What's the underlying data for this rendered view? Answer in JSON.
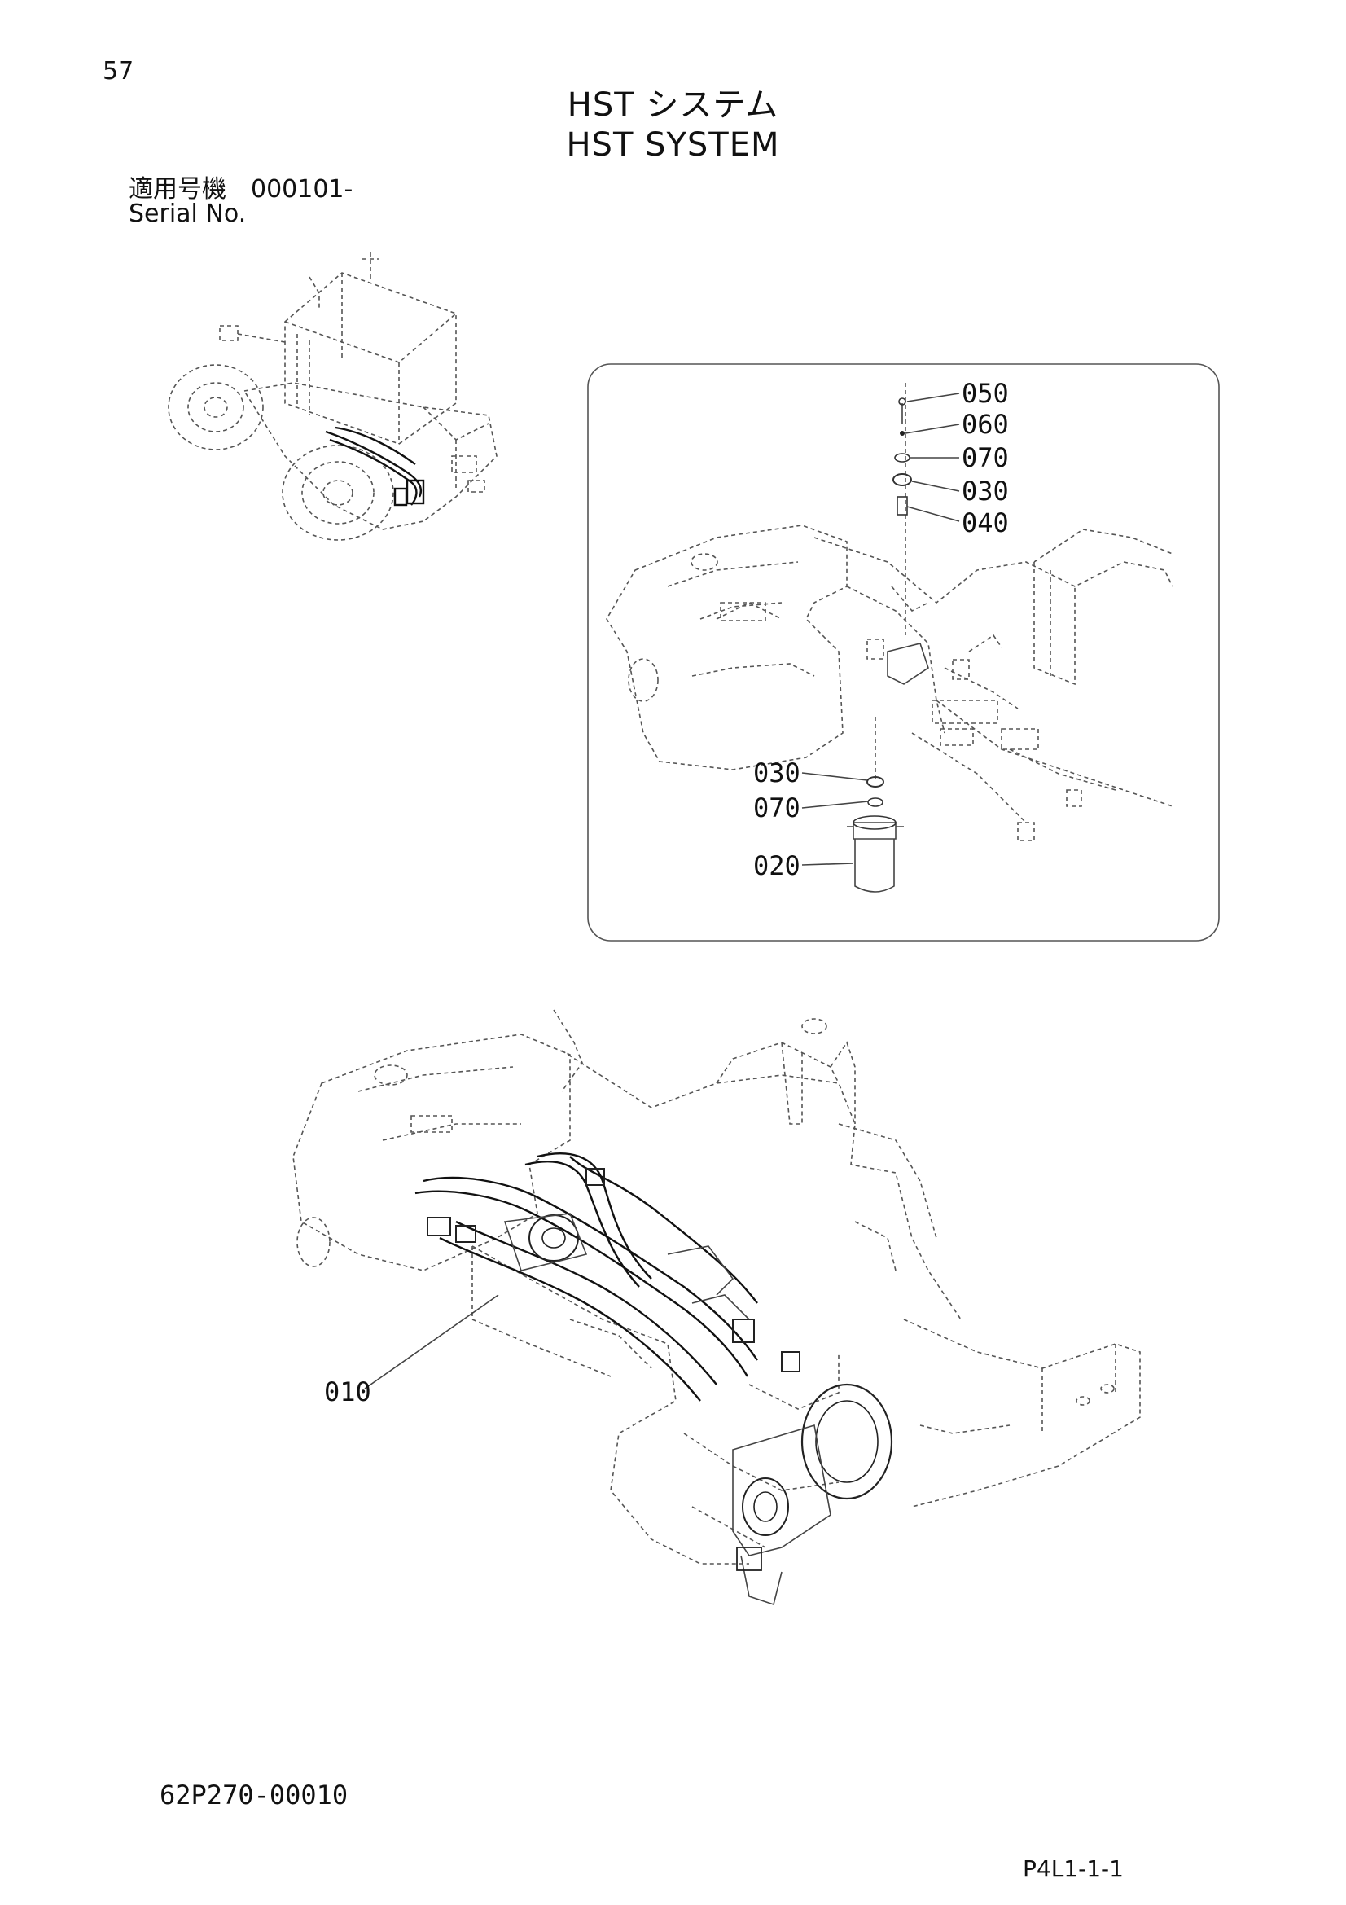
{
  "page": {
    "number": "57",
    "title_jp": "HST システム",
    "title_en": "HST SYSTEM",
    "serial_label_jp": "適用号機　000101-",
    "serial_label_en": "Serial No.",
    "drawing_code": "62P270-00010",
    "page_ref": "P4L1-1-1"
  },
  "callouts": {
    "c050": "050",
    "c060": "060",
    "c070a": "070",
    "c030a": "030",
    "c040": "040",
    "c030b": "030",
    "c070b": "070",
    "c020": "020",
    "c010": "010"
  }
}
